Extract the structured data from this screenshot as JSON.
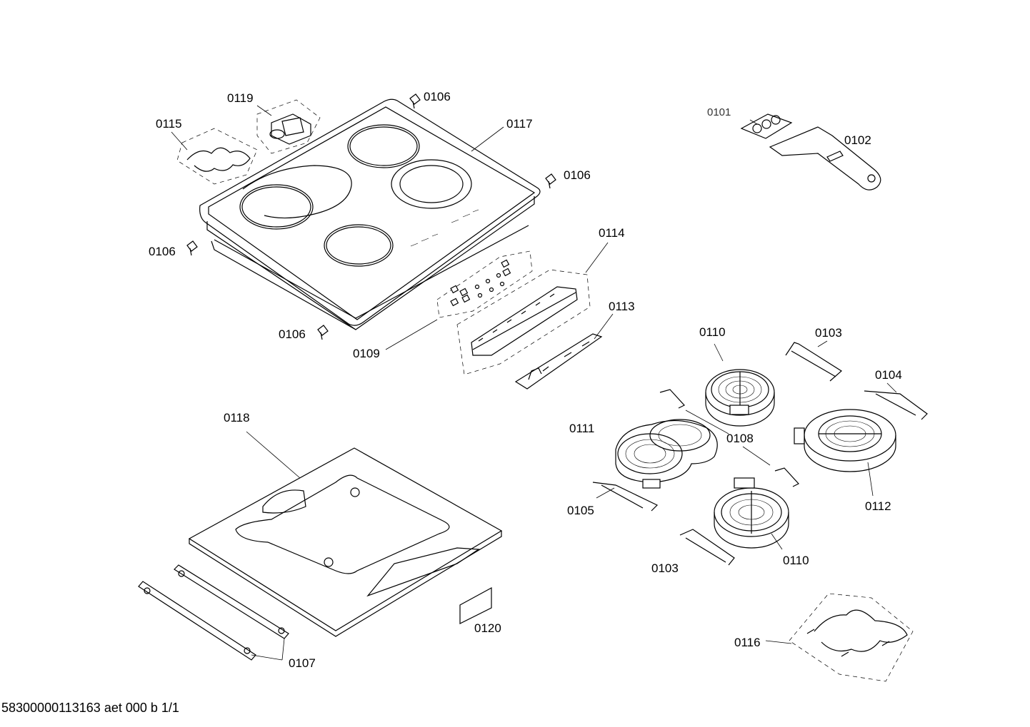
{
  "diagram": {
    "labels": {
      "p0119": "0119",
      "p0106_top": "0106",
      "p0115": "0115",
      "p0117": "0117",
      "p0106_right": "0106",
      "p0106_left": "0106",
      "p0114": "0114",
      "p0113": "0113",
      "p0106_bottom": "0106",
      "p0109": "0109",
      "p0101": "0101",
      "p0102": "0102",
      "p0110_top": "0110",
      "p0103_top": "0103",
      "p0104": "0104",
      "p0111": "0111",
      "p0108": "0108",
      "p0105": "0105",
      "p0112": "0112",
      "p0103_bottom": "0103",
      "p0110_bottom": "0110",
      "p0118": "0118",
      "p0120": "0120",
      "p0107": "0107",
      "p0116": "0116"
    },
    "footer": "58300000113163 aet 000 b 1/1"
  }
}
